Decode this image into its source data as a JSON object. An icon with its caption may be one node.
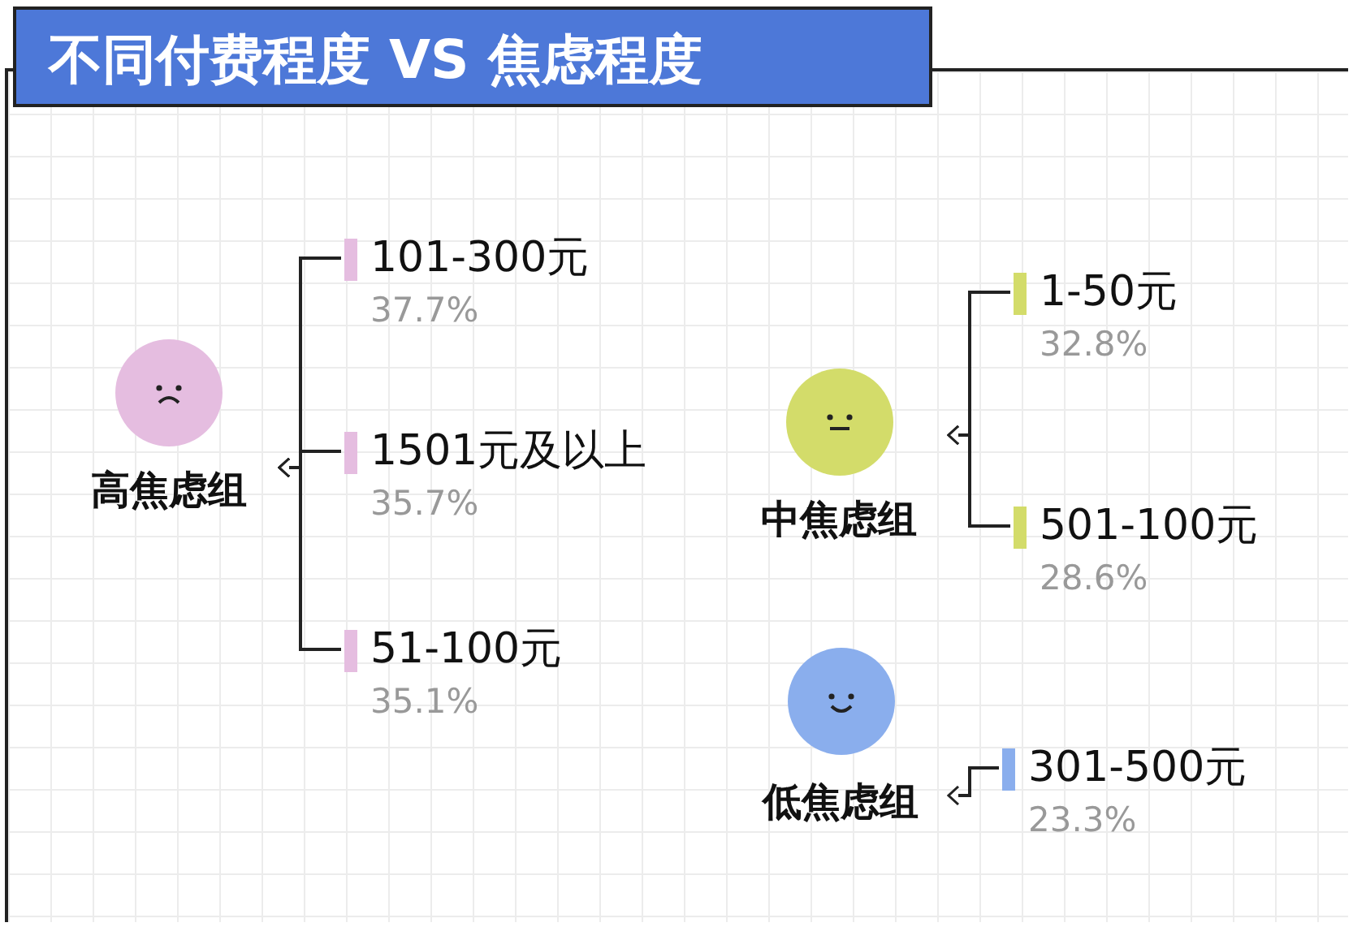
{
  "diagram": {
    "title": "不同付费程度 VS 焦虑程度",
    "nodes": [
      {
        "text": [
          "高焦虑组"
        ]
      },
      {
        "text": [
          "101-300元",
          "37.7%"
        ]
      },
      {
        "text": [
          "1501元及以上",
          "35.7%"
        ]
      },
      {
        "text": [
          "51-100元",
          "35.1%"
        ]
      },
      {
        "text": [
          "中焦虑组"
        ]
      },
      {
        "text": [
          "1-50元",
          "32.8%"
        ]
      },
      {
        "text": [
          "501-100元",
          "28.6%"
        ]
      },
      {
        "text": [
          "低焦虑组"
        ]
      },
      {
        "text": [
          "301-500元",
          "23.3%"
        ]
      }
    ],
    "edges": [
      {
        "from": 1,
        "to": 0,
        "arrow": "to"
      },
      {
        "from": 2,
        "to": 0,
        "arrow": "to"
      },
      {
        "from": 3,
        "to": 0,
        "arrow": "to"
      },
      {
        "from": 5,
        "to": 4,
        "arrow": "to"
      },
      {
        "from": 6,
        "to": 4,
        "arrow": "to"
      },
      {
        "from": 8,
        "to": 7,
        "arrow": "to"
      }
    ]
  }
}
